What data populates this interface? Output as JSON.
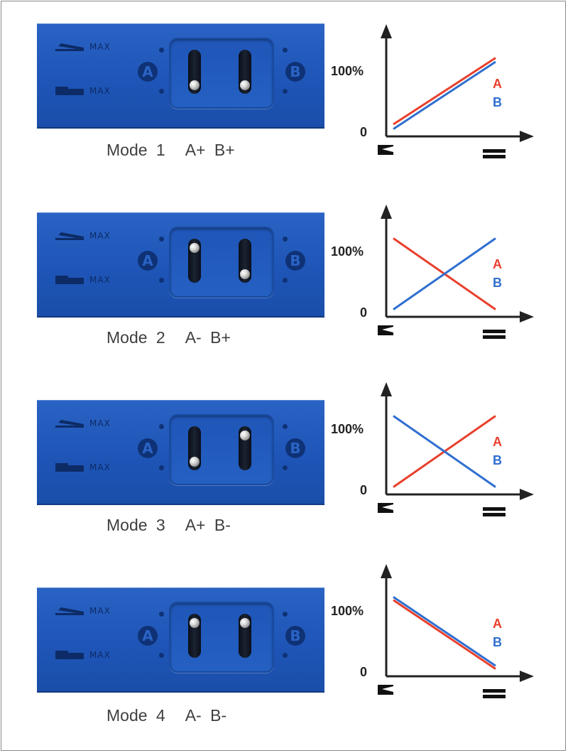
{
  "axis": {
    "y_top": "100%",
    "y_bottom": "0"
  },
  "legend": {
    "a": "A",
    "b": "B"
  },
  "device": {
    "max_label": "MAX",
    "channel_a": "A",
    "channel_b": "B"
  },
  "colors": {
    "a_line": "#e8402c",
    "b_line": "#2f6fd0",
    "panel": "#1e55b7",
    "axis": "#222222"
  },
  "modes": [
    {
      "title": "Mode 1",
      "signs": "A+ B+",
      "a": [
        0.1,
        0.95
      ],
      "b": [
        0.04,
        0.9
      ],
      "knob_a": "down",
      "knob_b": "down"
    },
    {
      "title": "Mode 2",
      "signs": "A- B+",
      "a": [
        0.95,
        0.04
      ],
      "b": [
        0.04,
        0.95
      ],
      "knob_a": "up",
      "knob_b": "down"
    },
    {
      "title": "Mode 3",
      "signs": "A+ B-",
      "a": [
        0.04,
        0.95
      ],
      "b": [
        0.95,
        0.04
      ],
      "knob_a": "down",
      "knob_b": "up"
    },
    {
      "title": "Mode 4",
      "signs": "A- B-",
      "a": [
        0.92,
        0.04
      ],
      "b": [
        0.96,
        0.08
      ],
      "knob_a": "up",
      "knob_b": "up"
    }
  ]
}
